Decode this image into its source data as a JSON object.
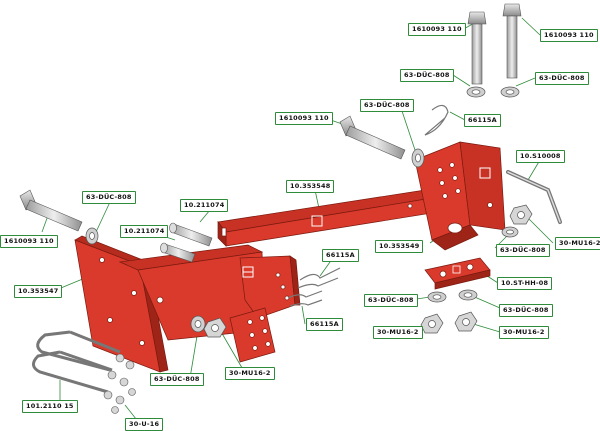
{
  "callouts": [
    {
      "id": "bolt-top-left",
      "text": "1610093 110"
    },
    {
      "id": "bolt-top-right",
      "text": "1610093 110"
    },
    {
      "id": "washer-top-left",
      "text": "63-DÜC-808"
    },
    {
      "id": "washer-top-right",
      "text": "63-DÜC-808"
    },
    {
      "id": "clip-top",
      "text": "66115A"
    },
    {
      "id": "washer-mid",
      "text": "63-DÜC-808"
    },
    {
      "id": "bolt-mid",
      "text": "1610093 110"
    },
    {
      "id": "pin-bent",
      "text": "10.S10008"
    },
    {
      "id": "tube",
      "text": "10.353548"
    },
    {
      "id": "pin-short-upper",
      "text": "10.211074"
    },
    {
      "id": "pin-short-lower",
      "text": "10.211074"
    },
    {
      "id": "washer-left",
      "text": "63-DÜC-808"
    },
    {
      "id": "bolt-left",
      "text": "1610093 110"
    },
    {
      "id": "frame-main",
      "text": "10.353547"
    },
    {
      "id": "bracket-right",
      "text": "10.353549"
    },
    {
      "id": "washer-right-upper",
      "text": "63-DÜC-808"
    },
    {
      "id": "nut-right-upper",
      "text": "30-MU16-2"
    },
    {
      "id": "clip-mid",
      "text": "66115A"
    },
    {
      "id": "clip-lower",
      "text": "66115A"
    },
    {
      "id": "plate",
      "text": "10.ST-HH-08"
    },
    {
      "id": "washer-plate-left",
      "text": "63-DÜC-808"
    },
    {
      "id": "washer-plate-right",
      "text": "63-DÜC-808"
    },
    {
      "id": "nut-plate-left",
      "text": "30-MU16-2"
    },
    {
      "id": "nut-plate-right",
      "text": "30-MU16-2"
    },
    {
      "id": "washer-bottom",
      "text": "63-DÜC-808"
    },
    {
      "id": "nut-bottom",
      "text": "30-MU16-2"
    },
    {
      "id": "ubolt",
      "text": "101.2110 15"
    },
    {
      "id": "ubolt-nuts",
      "text": "30-U-16"
    }
  ],
  "colors": {
    "part_red": "#d93a2b",
    "part_dark": "#9e2418",
    "callout_border": "#2e8b3a",
    "metal": "#c9c9c9"
  }
}
